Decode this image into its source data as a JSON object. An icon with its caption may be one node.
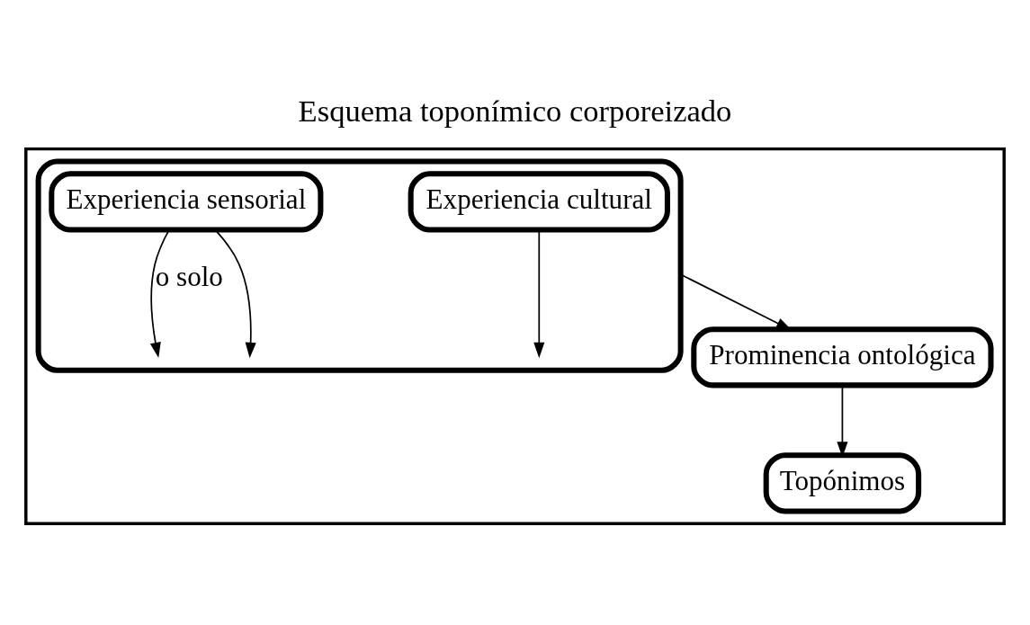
{
  "diagram": {
    "title": "Esquema toponímico corporeizado",
    "nodes": [
      {
        "text": [],
        "shape": "box"
      },
      {
        "text": [],
        "shape": "box",
        "in": 0
      },
      {
        "text": [
          "Experiencia sensorial"
        ],
        "in": 1
      },
      {
        "text": [
          "Experiencia cultural"
        ],
        "in": 1
      },
      {
        "text": [
          "Prominencia ontológica"
        ],
        "in": 0
      },
      {
        "text": [
          "Topónimos"
        ],
        "in": 0
      }
    ],
    "edges": [
      {
        "from": 2,
        "to": null,
        "arrow": "to"
      },
      {
        "from": 3,
        "to": null,
        "arrow": "to"
      },
      {
        "from": 2,
        "to": null,
        "arrow": "to",
        "label": "o solo"
      },
      {
        "from": 1,
        "to": 4,
        "arrow": "to"
      },
      {
        "from": 4,
        "to": 5,
        "arrow": "to"
      }
    ]
  }
}
